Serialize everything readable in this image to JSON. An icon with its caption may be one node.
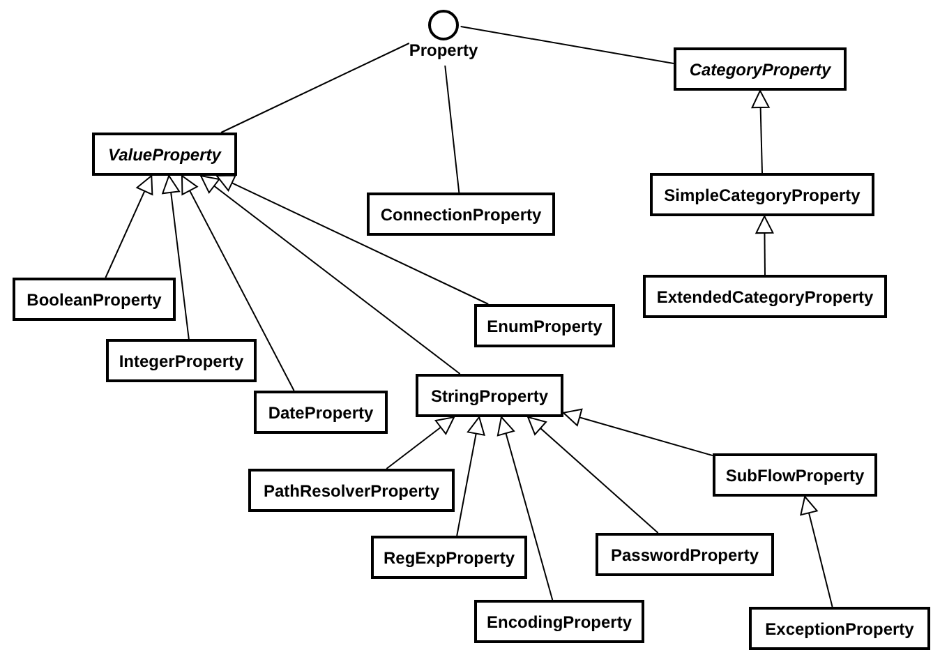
{
  "diagram": {
    "nodes": [
      {
        "text": [
          "Property"
        ]
      },
      {
        "text": [
          "ValueProperty"
        ]
      },
      {
        "text": [
          "CategoryProperty"
        ]
      },
      {
        "text": [
          "ConnectionProperty"
        ]
      },
      {
        "text": [
          "SimpleCategoryProperty"
        ]
      },
      {
        "text": [
          "BooleanProperty"
        ]
      },
      {
        "text": [
          "EnumProperty"
        ]
      },
      {
        "text": [
          "ExtendedCategoryProperty"
        ]
      },
      {
        "text": [
          "IntegerProperty"
        ]
      },
      {
        "text": [
          "DateProperty"
        ]
      },
      {
        "text": [
          "StringProperty"
        ]
      },
      {
        "text": [
          "PathResolverProperty"
        ]
      },
      {
        "text": [
          "SubFlowProperty"
        ]
      },
      {
        "text": [
          "RegExpProperty"
        ]
      },
      {
        "text": [
          "PasswordProperty"
        ]
      },
      {
        "text": [
          "EncodingProperty"
        ]
      },
      {
        "text": [
          "ExceptionProperty"
        ]
      }
    ],
    "edges": [
      {
        "from": 0,
        "to": 1,
        "arrow": "none"
      },
      {
        "from": 0,
        "to": 3,
        "arrow": "none"
      },
      {
        "from": 0,
        "to": 2,
        "arrow": "none"
      },
      {
        "from": 4,
        "to": 2,
        "arrow": "to"
      },
      {
        "from": 7,
        "to": 4,
        "arrow": "to"
      },
      {
        "from": 5,
        "to": 1,
        "arrow": "to"
      },
      {
        "from": 8,
        "to": 1,
        "arrow": "to"
      },
      {
        "from": 9,
        "to": 1,
        "arrow": "to"
      },
      {
        "from": 10,
        "to": 1,
        "arrow": "to"
      },
      {
        "from": 6,
        "to": 1,
        "arrow": "to"
      },
      {
        "from": 11,
        "to": 10,
        "arrow": "to"
      },
      {
        "from": 13,
        "to": 10,
        "arrow": "to"
      },
      {
        "from": 15,
        "to": 10,
        "arrow": "to"
      },
      {
        "from": 14,
        "to": 10,
        "arrow": "to"
      },
      {
        "from": 12,
        "to": 10,
        "arrow": "to"
      },
      {
        "from": 16,
        "to": 12,
        "arrow": "to"
      }
    ]
  }
}
